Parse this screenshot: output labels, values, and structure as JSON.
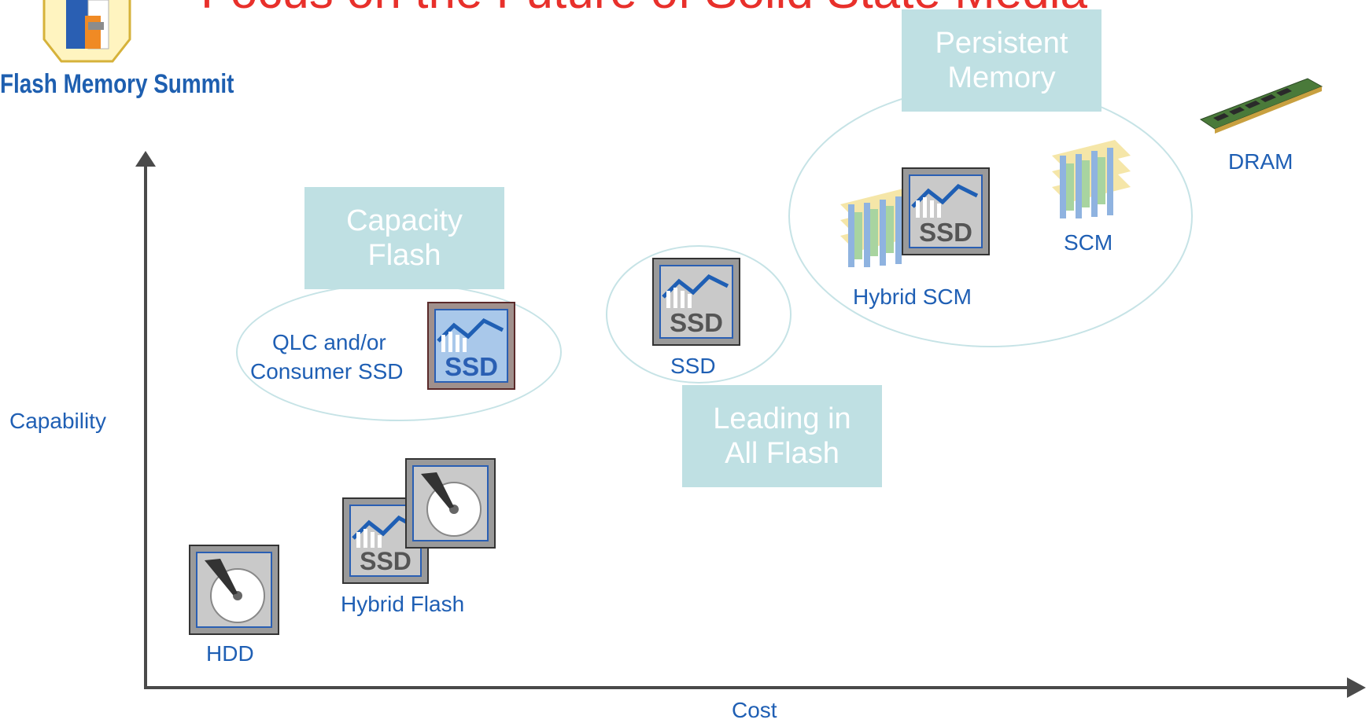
{
  "slide": {
    "title": "Focus on the Future of Solid State Media",
    "brand": "Flash Memory Summit"
  },
  "axes": {
    "y_label": "Capability",
    "x_label": "Cost"
  },
  "categories": [
    {
      "label_line1": "Capacity",
      "label_line2": "Flash"
    },
    {
      "label_line1": "Leading in",
      "label_line2": "All Flash"
    },
    {
      "label_line1": "Persistent",
      "label_line2": "Memory"
    }
  ],
  "items": {
    "hdd": "HDD",
    "hybrid_flash": "Hybrid Flash",
    "qlc_line1": "QLC and/or",
    "qlc_line2": "Consumer SSD",
    "ssd": "SSD",
    "hybrid_scm": "Hybrid SCM",
    "scm": "SCM",
    "dram": "DRAM"
  },
  "icon_text": {
    "ssd": "SSD"
  },
  "colors": {
    "title": "#e8302b",
    "label": "#1f5fb4",
    "category_box": "#bfe0e3",
    "oval_border": "#c6e3e6",
    "axis": "#4a4a4a"
  }
}
